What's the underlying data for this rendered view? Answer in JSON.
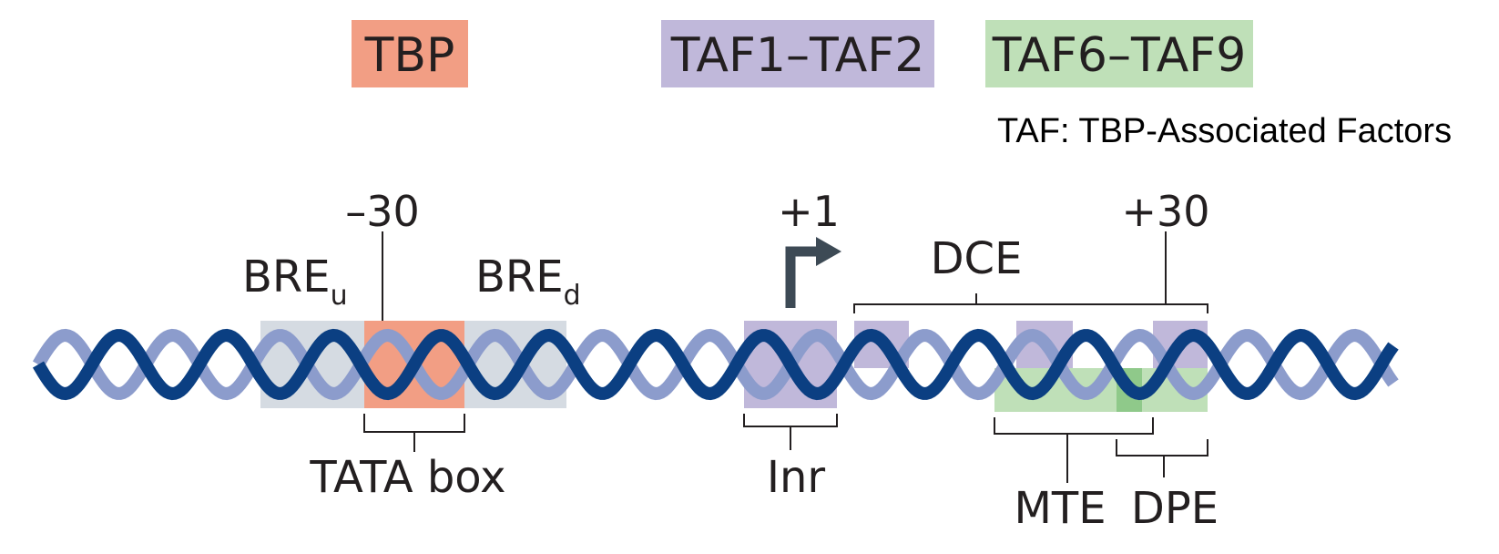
{
  "legend": [
    {
      "label": "TBP",
      "color": "#f29e84"
    },
    {
      "label": "TAF1–TAF2",
      "color": "#c0b8da"
    },
    {
      "label": "TAF6–TAF9",
      "color": "#bfe0b8"
    }
  ],
  "note": "TAF: TBP-Associated Factors",
  "positions": {
    "minus30": "–30",
    "plus1": "+1",
    "plus30": "+30"
  },
  "elements": {
    "bre_u": {
      "main": "BRE",
      "sub": "u"
    },
    "bre_d": {
      "main": "BRE",
      "sub": "d"
    },
    "tata": "TATA box",
    "inr": "Inr",
    "dce": "DCE",
    "mte": "MTE",
    "dpe": "DPE"
  },
  "colors": {
    "strand_dark": "#0b3f82",
    "strand_light": "#8c9ccc",
    "bre_box": "#d5dbe2",
    "tbp_box": "#f29e84",
    "taf12_box": "#c0b8da",
    "taf69_box": "#bfe0b8",
    "taf69_overlap": "#8fc98a",
    "arrow": "#3d4a55"
  }
}
